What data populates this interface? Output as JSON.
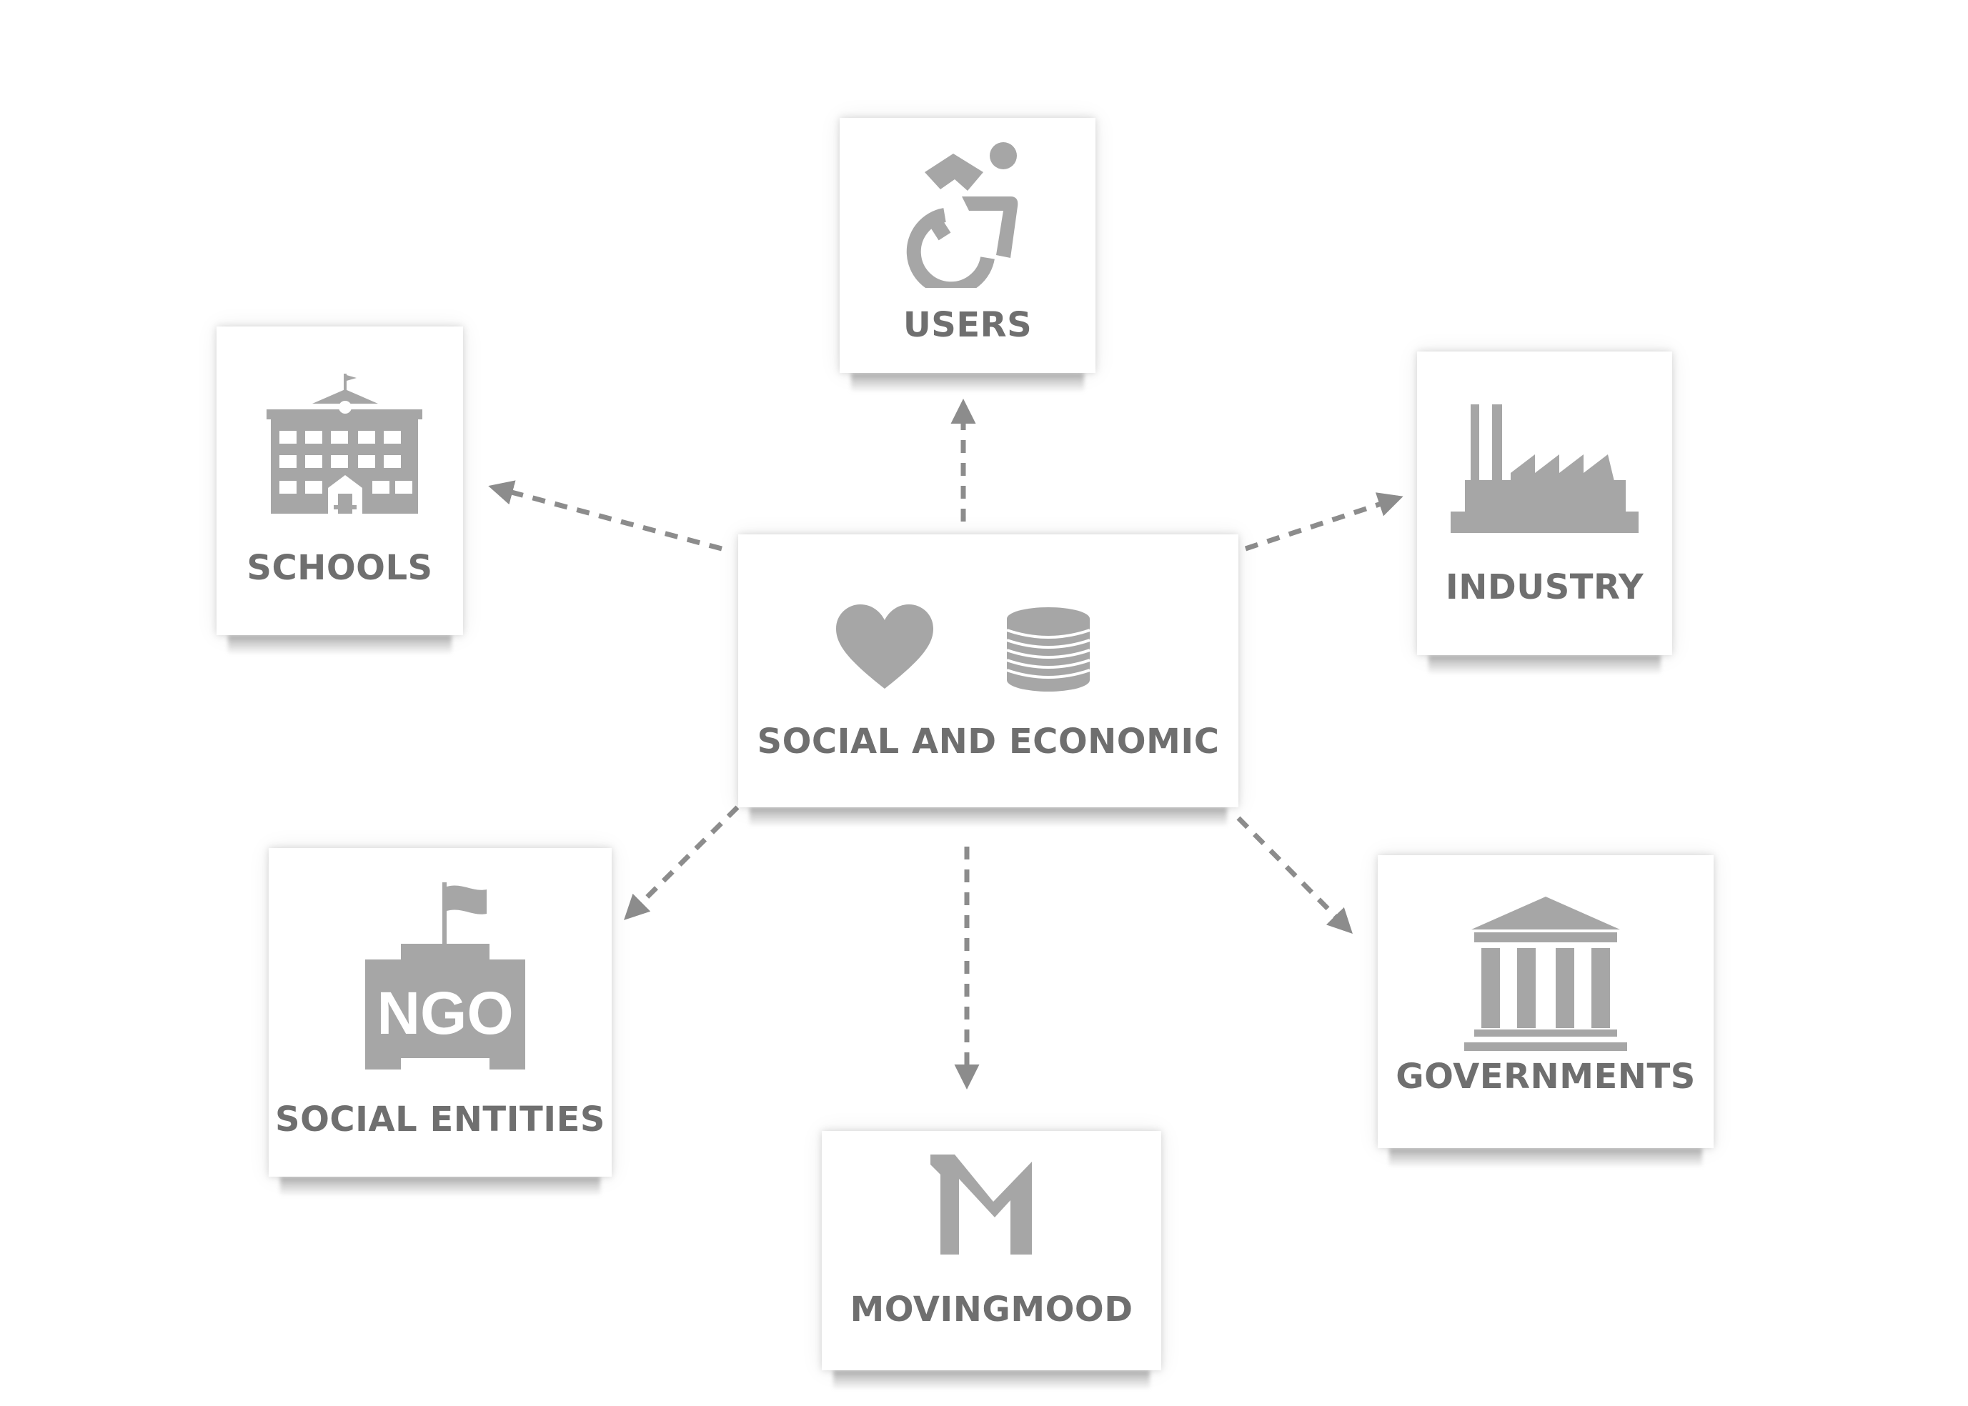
{
  "center": {
    "label": "SOCIAL AND ECONOMIC",
    "icons": [
      "heart-icon",
      "coin-stack-icon"
    ]
  },
  "nodes": {
    "users": {
      "label": "USERS",
      "icon": "wheelchair-icon"
    },
    "schools": {
      "label": "SCHOOLS",
      "icon": "school-building-icon"
    },
    "industry": {
      "label": "INDUSTRY",
      "icon": "factory-icon"
    },
    "social_entities": {
      "label": "SOCIAL ENTITIES",
      "icon": "ngo-building-icon",
      "icon_text": "NGO"
    },
    "movingmood": {
      "label": "MOVINGMOOD",
      "icon": "movingmood-logo-icon"
    },
    "governments": {
      "label": "GOVERNMENTS",
      "icon": "government-building-icon"
    }
  },
  "colors": {
    "icon": "#a6a6a6",
    "label": "#6f6f6f",
    "arrow": "#8c8c8c"
  }
}
